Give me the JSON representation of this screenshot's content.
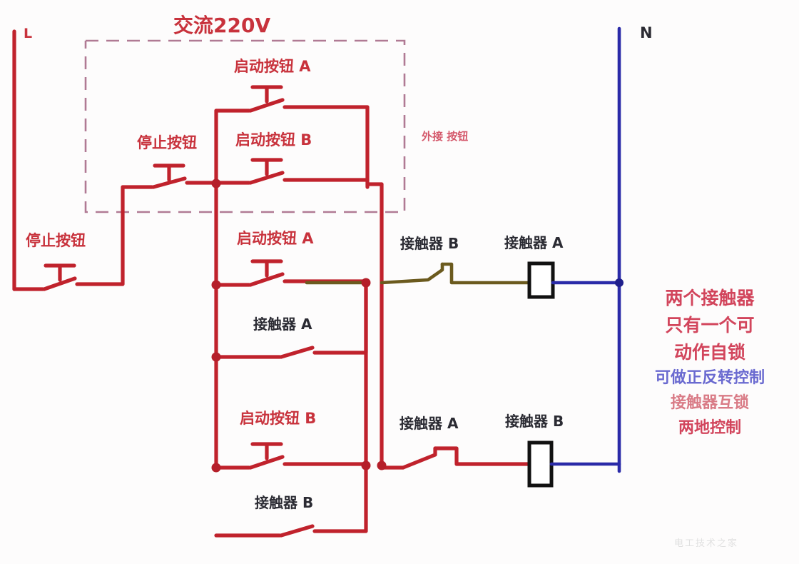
{
  "diagram": {
    "title": "交流220V",
    "supply_left_label": "L",
    "supply_right_label": "N",
    "labels": {
      "start_button_a_top": "启动按钮 A",
      "stop_button_inner": "停止按钮",
      "start_button_b_top": "启动按钮 B",
      "external_button": "外接 按钮",
      "stop_button_outer": "停止按钮",
      "start_button_a_mid": "启动按钮 A",
      "contactor_a_aux": "接触器 A",
      "contactor_b_interlock": "接触器 B",
      "contactor_a_coil": "接触器 A",
      "start_button_b_low": "启动按钮 B",
      "contactor_b_aux": "接触器 B",
      "contactor_a_interlock": "接触器 A",
      "contactor_b_coil": "接触器 B"
    },
    "annotation_lines": [
      {
        "text": "两个接触器",
        "color": "#d2455c"
      },
      {
        "text": "只有一个可",
        "color": "#d2455c"
      },
      {
        "text": "动作自锁",
        "color": "#d2455c"
      },
      {
        "text": "可做正反转控制",
        "color": "#6a6ad0"
      },
      {
        "text": "接触器互锁",
        "color": "#d97b86"
      },
      {
        "text": "两地控制",
        "color": "#d2455c"
      }
    ],
    "colors": {
      "line_red": "#c0222c",
      "line_blue": "#2a2aa8",
      "dash_box": "#b07a94",
      "coil_box": "#111111",
      "interlock_wire": "#6b5a1e"
    },
    "watermark": "电工技术之家"
  }
}
